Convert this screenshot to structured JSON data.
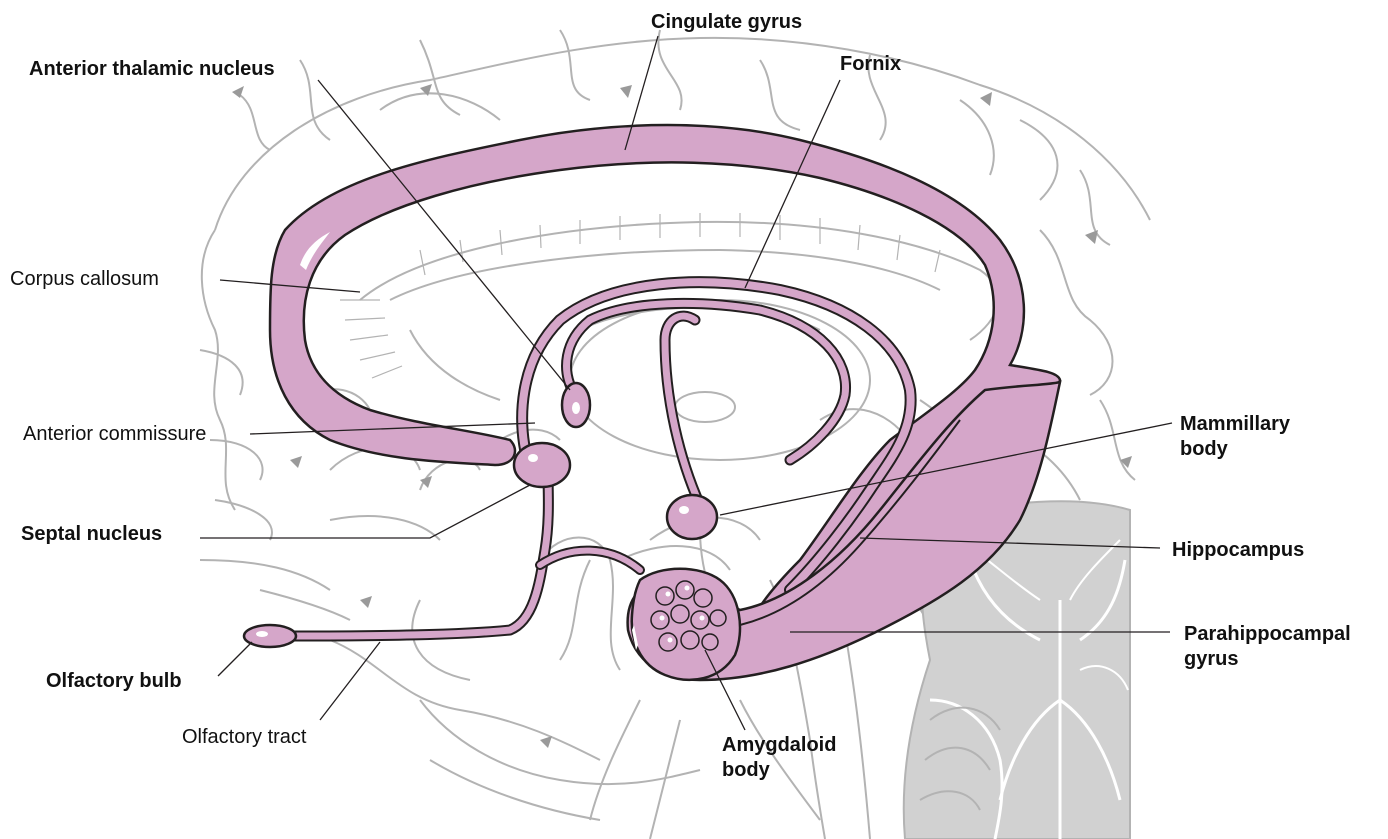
{
  "colors": {
    "limbic_fill": "#d5a6c9",
    "limbic_outline": "#231f20",
    "brain_outline": "#b3b3b3",
    "cerebellum_fill": "#d1d1d1",
    "leader_line": "#231f20"
  },
  "labels": {
    "cingulate_gyrus": "Cingulate gyrus",
    "anterior_thalamic_nucleus": "Anterior thalamic nucleus",
    "fornix": "Fornix",
    "corpus_callosum": "Corpus callosum",
    "anterior_commissure": "Anterior commissure",
    "mammillary_body_1": "Mammillary",
    "mammillary_body_2": "body",
    "septal_nucleus": "Septal nucleus",
    "hippocampus": "Hippocampus",
    "parahippocampal_gyrus_1": "Parahippocampal",
    "parahippocampal_gyrus_2": "gyrus",
    "olfactory_bulb": "Olfactory bulb",
    "olfactory_tract": "Olfactory tract",
    "amygdaloid_body_1": "Amygdaloid",
    "amygdaloid_body_2": "body"
  }
}
